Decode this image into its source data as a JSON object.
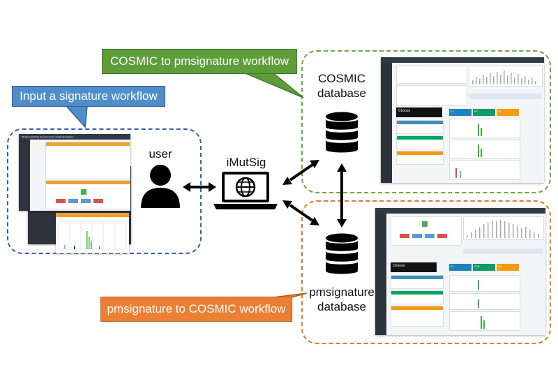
{
  "callouts": {
    "input_workflow": "Input a signature workflow",
    "cosmic_to_pm": "COSMIC to pmsignature workflow",
    "pm_to_cosmic": "pmsignature to COSMIC workflow"
  },
  "labels": {
    "user": "user",
    "app": "iMutSig",
    "cosmic_db_line1": "COSMIC",
    "cosmic_db_line2": "database",
    "pm_db_line1": "pmsignature",
    "pm_db_line2": "database"
  },
  "mini_screens": {
    "app_header": "iMutSig: identifying the most similar mutational signature",
    "choose_label": "Choose",
    "cosmic_tiles": [
      "C1",
      "P7",
      "P1"
    ],
    "pm_tiles": [
      "P1",
      "C10",
      "C1"
    ]
  },
  "colors": {
    "blue_box": "#3a5fae",
    "green_box": "#6aaa3a",
    "orange_box": "#e07a2a",
    "blue_callout": "#4f8ecb",
    "green_callout": "#5e9e3a",
    "orange_callout": "#ec7f33",
    "icon": "#000000"
  },
  "icons": [
    "user-icon",
    "laptop-globe-icon",
    "database-icon",
    "database-icon",
    "double-arrow-icon"
  ]
}
